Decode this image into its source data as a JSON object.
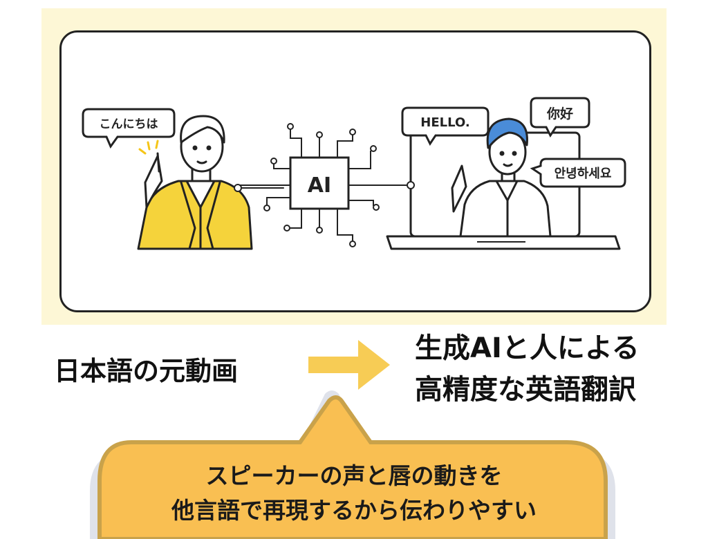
{
  "bubbles": {
    "japanese": "こんにちは",
    "english": "HELLO.",
    "chinese": "你好",
    "korean": "안녕하세요"
  },
  "chip_label": "AI",
  "caption_left": "日本語の元動画",
  "caption_right": [
    "生成AIと人による",
    "高精度な英語翻訳"
  ],
  "callout": [
    "スピーカーの声と唇の動きを",
    "他言語で再現するから伝わりやすい"
  ],
  "colors": {
    "background_band": "#fdf7d6",
    "jacket_yellow": "#f5d33b",
    "arrow_yellow": "#f7cc55",
    "callout_orange": "#f9bf52",
    "callout_shadow": "#dfe2ea",
    "line": "#222222"
  }
}
